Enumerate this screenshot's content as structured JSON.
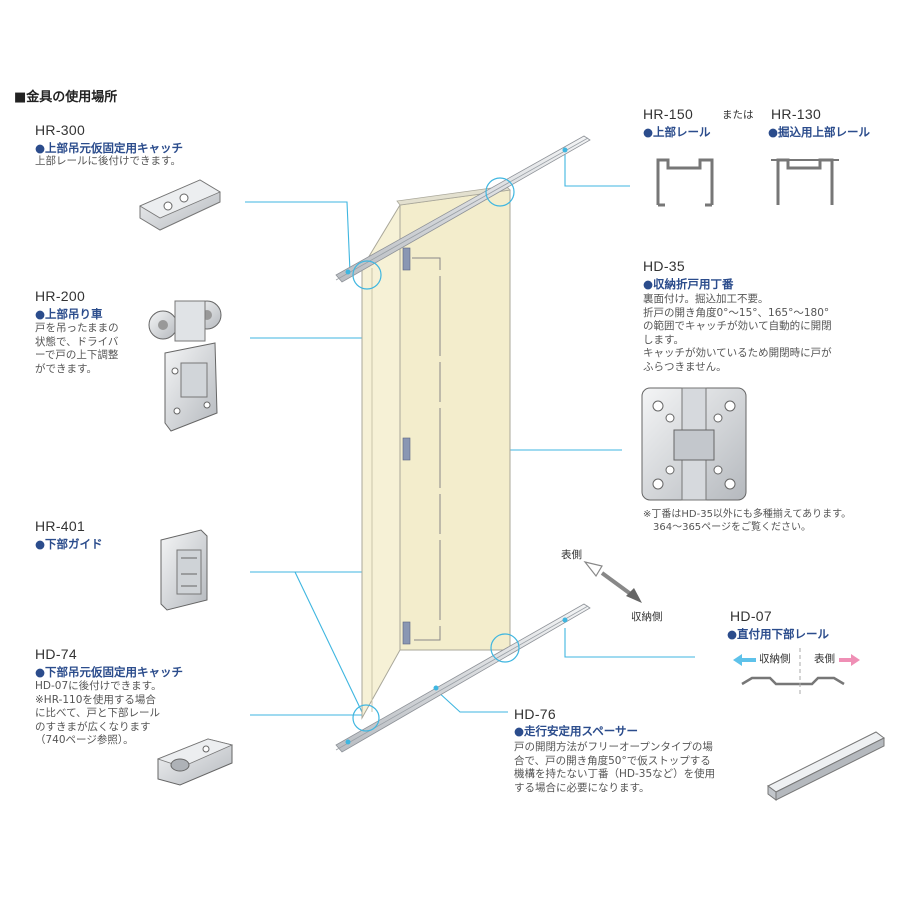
{
  "title": "■金具の使用場所",
  "parts": {
    "hr300": {
      "code": "HR-300",
      "name": "●上部吊元仮固定用キャッチ",
      "desc": "上部レールに後付けできます。"
    },
    "hr200": {
      "code": "HR-200",
      "name": "●上部吊り車",
      "desc": "戸を吊ったままの\n状態で、ドライバ\nーで戸の上下調整\nができます。"
    },
    "hr401": {
      "code": "HR-401",
      "name": "●下部ガイド"
    },
    "hd74": {
      "code": "HD-74",
      "name": "●下部吊元仮固定用キャッチ",
      "desc": "HD-07に後付けできます。\n※HR-110を使用する場合\nに比べて、戸と下部レール\nのすきまが広くなります\n（740ページ参照）。"
    },
    "hr150": {
      "code": "HR-150",
      "name": "●上部レール"
    },
    "or_text": "または",
    "hr130": {
      "code": "HR-130",
      "name": "●掘込用上部レール"
    },
    "hd35": {
      "code": "HD-35",
      "name": "●収納折戸用丁番",
      "desc": "裏面付け。掘込加工不要。\n折戸の開き角度0°～15°、165°～180°\nの範囲でキャッチが効いて自動的に開閉\nします。\nキャッチが効いているため開閉時に戸が\nふらつきません。",
      "note": "※丁番はHD-35以外にも多種揃えてあります。\n　364～365ページをご覧ください。"
    },
    "hd07": {
      "code": "HD-07",
      "name": "●直付用下部レール",
      "left_label": "収納側",
      "right_label": "表側"
    },
    "hd76": {
      "code": "HD-76",
      "name": "●走行安定用スペーサー",
      "desc": "戸の開閉方法がフリーオープンタイプの場\n合で、戸の開き角度50°で仮ストップする\n機構を持たない丁番（HD-35など）を使用\nする場合に必要になります。"
    }
  },
  "direction": {
    "front": "表側",
    "storage": "収納側"
  },
  "colors": {
    "accent": "#2b4c8c",
    "door": "#f6f1d6",
    "leader": "#3fb6e0",
    "rail": "#d5d8dc",
    "arrow_left": "#5ec2ea",
    "arrow_right": "#ef8fb5"
  },
  "icons": [
    "catch-icon",
    "roller-icon",
    "guide-icon",
    "hinge-icon",
    "spacer-icon",
    "rail-profile-icon"
  ]
}
